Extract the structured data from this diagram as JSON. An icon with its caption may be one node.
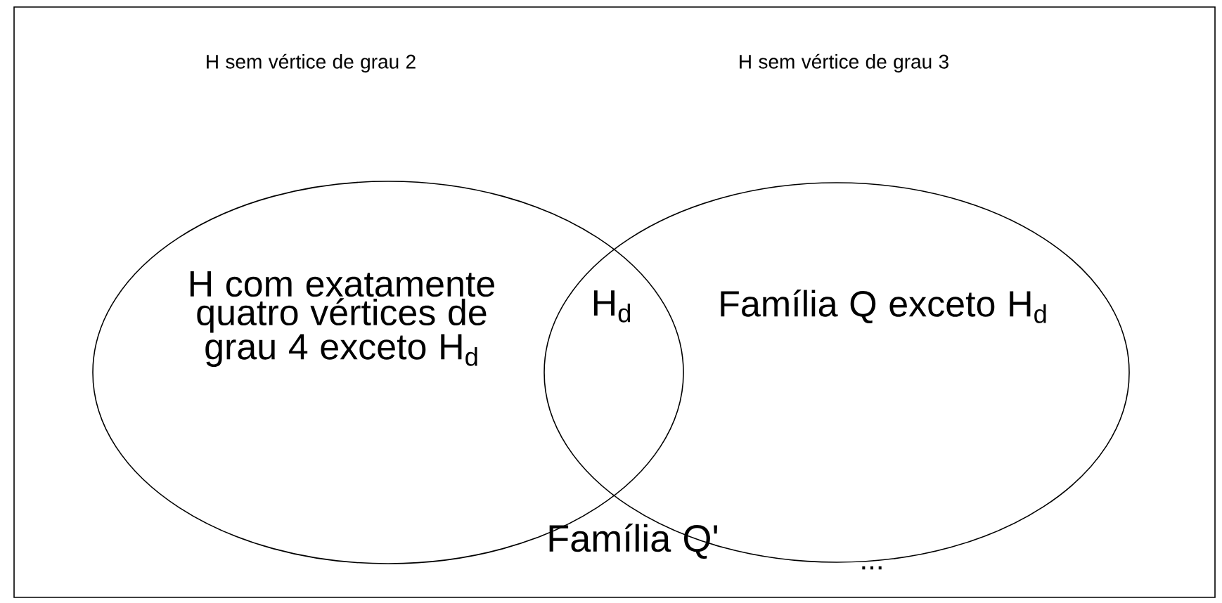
{
  "diagram": {
    "nodes": [
      {
        "text": [
          "Família Q'"
        ]
      },
      {
        "text": [
          "H com exatamente quatro vértices de grau 4 exceto H$_{d}$"
        ],
        "in": 0
      },
      {
        "text": [
          "Família Q exceto H$_{d}$"
        ],
        "in": 0
      }
    ],
    "labels": [
      "H sem vértice de grau 2",
      "H sem vértice de grau 3",
      "H$_{d}$",
      "..."
    ]
  }
}
